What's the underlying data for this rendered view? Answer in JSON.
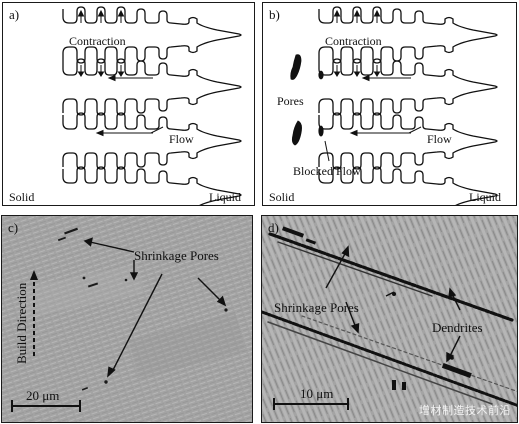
{
  "panels": {
    "a": {
      "label": "a)",
      "contraction": "Contraction",
      "flow": "Flow",
      "solid": "Solid",
      "liquid": "Liquid"
    },
    "b": {
      "label": "b)",
      "contraction": "Contraction",
      "pores": "Pores",
      "flow": "Flow",
      "blocked_flow": "Blocked Flow",
      "solid": "Solid",
      "liquid": "Liquid"
    },
    "c": {
      "label": "c)",
      "shrinkage_pores": "Shrinkage Pores",
      "build_direction": "Build Direction",
      "scale_bar": "20 μm"
    },
    "d": {
      "label": "d)",
      "shrinkage_pores": "Shrinkage Pores",
      "dendrites": "Dendrites",
      "scale_bar": "10 μm"
    }
  },
  "watermark": "增材制造技术前沿",
  "colors": {
    "micrograph_c": "#a3a3a3",
    "micrograph_d": "#9d9d9d",
    "pore": "#111111"
  }
}
